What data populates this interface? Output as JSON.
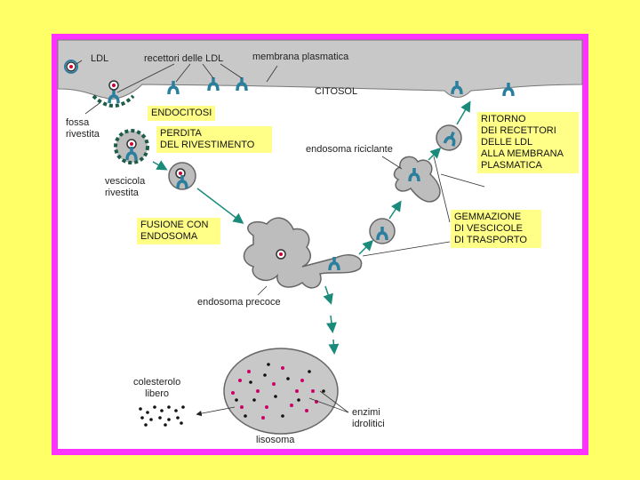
{
  "labels": {
    "ldl": "LDL",
    "recettori": "recettori delle LDL",
    "membrana": "membrana plasmatica",
    "citosol": "CITOSOL",
    "fossa": "fossa\nrivestita",
    "vescicola": "vescicola\nrivestita",
    "endosoma_riciclante": "endosoma riciclante",
    "endosoma_precoce": "endosoma precoce",
    "colesterolo": "colesterolo\nlibero",
    "enzimi": "enzimi\nidrolitici",
    "lisosoma": "lisosoma"
  },
  "steps": {
    "endocitosi": "ENDOCITOSI",
    "perdita": "PERDITA\nDEL RIVESTIMENTO",
    "fusione": "FUSIONE CON\nENDOSOMA",
    "ritorno": "RITORNO\nDEI RECETTORI\nDELLE LDL\nALLA MEMBRANA\nPLASMATICA",
    "gemmazione": "GEMMAZIONE\nDI VESCICOLE\nDI TRASPORTO"
  },
  "colors": {
    "background": "#ffff66",
    "frame": "#ff33ff",
    "membrane": "#c8c8c8",
    "receptor": "#2a7f9e",
    "arrow": "#1a8a7a",
    "label_box": "#ffff88",
    "enzyme": "#cc0066"
  }
}
